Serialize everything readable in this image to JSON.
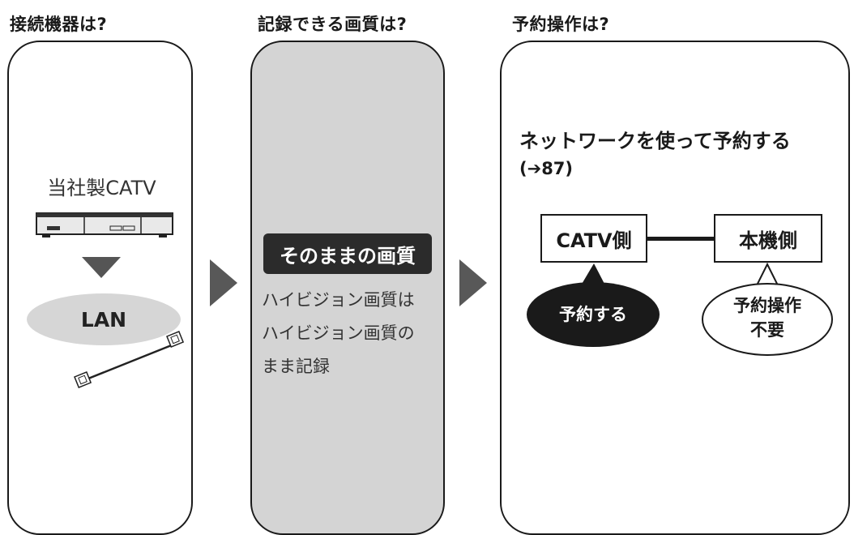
{
  "headings": {
    "connected_device": "接続機器は?",
    "record_quality": "記録できる画質は?",
    "reservation": "予約操作は?"
  },
  "panel_device": {
    "device_label": "当社製CATV",
    "connection": "LAN"
  },
  "panel_quality": {
    "badge": "そのままの画質",
    "description_lines": [
      "ハイビジョン画質は",
      "ハイビジョン画質の",
      "まま記録"
    ]
  },
  "panel_reservation": {
    "title": "ネットワークを使って予約する",
    "reference": "(➔87)",
    "left_box": "CATV側",
    "right_box": "本機側",
    "left_bubble": "予約する",
    "right_bubble_lines": [
      "予約操作",
      "不要"
    ]
  },
  "colors": {
    "panel_gray": "#d4d4d4",
    "arrow_gray": "#585858",
    "oval_gray": "#d6d6d6",
    "dark": "#2b2b2b"
  }
}
